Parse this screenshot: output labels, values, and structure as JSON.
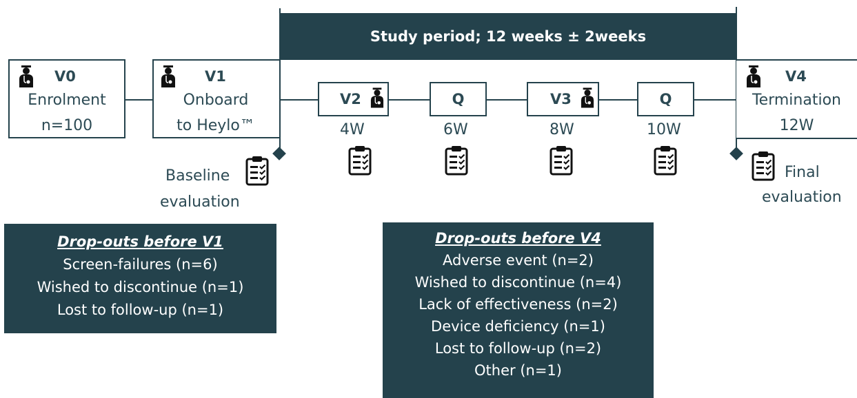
{
  "header": {
    "study_period": "Study period; 12 weeks ± 2weeks"
  },
  "visits": [
    {
      "code": "V0",
      "label1": "Enrolment",
      "label2": "n=100"
    },
    {
      "code": "V1",
      "label1": "Onboard",
      "label2": "to Heylo™"
    },
    {
      "code": "V2",
      "week": "4W"
    },
    {
      "code": "Q",
      "week": "6W"
    },
    {
      "code": "V3",
      "week": "8W"
    },
    {
      "code": "Q",
      "week": "10W"
    },
    {
      "code": "V4",
      "label1": "Termination",
      "label2": "12W"
    }
  ],
  "evaluations": {
    "baseline_line1": "Baseline",
    "baseline_line2": "evaluation",
    "final_line1": "Final",
    "final_line2": "evaluation"
  },
  "dropouts_v1": {
    "title": "Drop-outs before V1",
    "items": [
      "Screen-failures (n=6)",
      "Wished to discontinue (n=1)",
      "Lost to follow-up (n=1)"
    ]
  },
  "dropouts_v4": {
    "title": "Drop-outs before V4",
    "items": [
      "Adverse event (n=2)",
      "Wished to discontinue (n=4)",
      "Lack of effectiveness (n=2)",
      "Device deficiency (n=1)",
      "Lost to follow-up (n=2)",
      "Other (n=1)"
    ]
  },
  "icons": {
    "person": "doctor-icon",
    "form": "clipboard-checklist-icon"
  },
  "colors": {
    "primary": "#24424c",
    "text": "#2c4a54",
    "panel_text": "#ffffff"
  }
}
